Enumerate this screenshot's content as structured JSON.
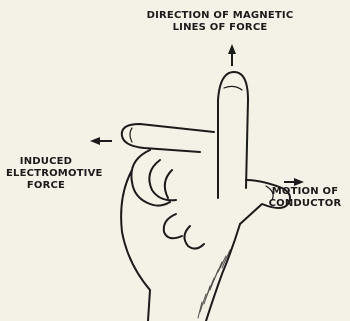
{
  "labels": {
    "magnetic_lines": [
      "DIRECTION OF MAGNETIC",
      "LINES OF FORCE"
    ],
    "induced_emf": [
      "INDUCED",
      "ELECTROMOTIVE",
      "FORCE"
    ],
    "conductor_motion": [
      "MOTION OF",
      "CONDUCTOR"
    ]
  },
  "colors": {
    "ink": "#1b1b1b",
    "paper": "#f4f1e6"
  }
}
